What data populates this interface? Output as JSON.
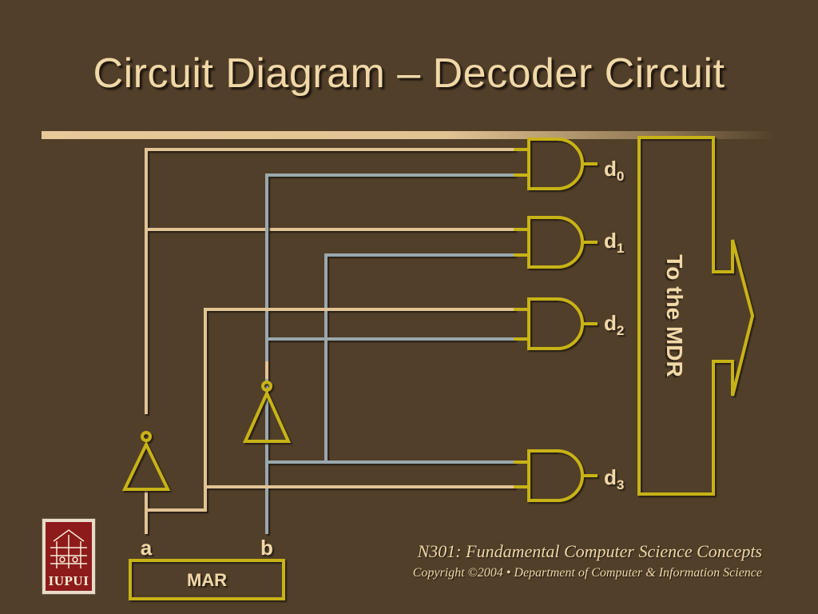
{
  "slide": {
    "title": "Circuit Diagram – Decoder Circuit"
  },
  "diagram": {
    "inputs": [
      "a",
      "b"
    ],
    "register": "MAR",
    "outputs": [
      {
        "base": "d",
        "sub": "0"
      },
      {
        "base": "d",
        "sub": "1"
      },
      {
        "base": "d",
        "sub": "2"
      },
      {
        "base": "d",
        "sub": "3"
      }
    ],
    "destination": "To the MDR"
  },
  "footer": {
    "course": "N301: Fundamental Computer Science Concepts",
    "copyright": "Copyright ©2004 • Department of Computer & Information Science",
    "logo_text": "IUPUI"
  },
  "colors": {
    "background": "#513f2a",
    "wire_a": "#e2c394",
    "wire_b": "#9aa8ad",
    "gate_outline": "#c8b317",
    "label": "#f0d8a8"
  }
}
